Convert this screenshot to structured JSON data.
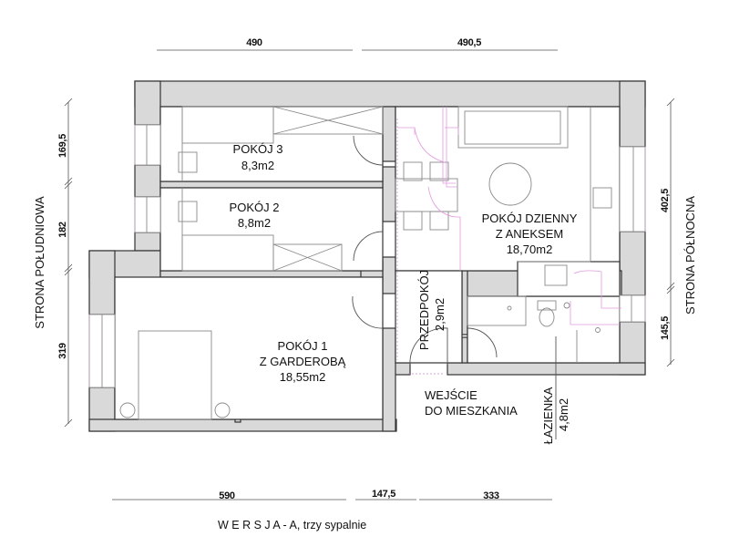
{
  "plan": {
    "version_caption": "W E R S J A - A, trzy sypalnie",
    "sides": {
      "south": "STRONA POŁUDNIOWA",
      "north": "STRONA PÓŁNOCNA"
    },
    "entrance": {
      "line1": "WEJŚCIE",
      "line2": "DO MIESZKANIA"
    },
    "rooms": [
      {
        "id": "pokoj-3",
        "name": "POKÓJ 3",
        "area": "8,3m2"
      },
      {
        "id": "pokoj-2",
        "name": "POKÓJ 2",
        "area": "8,8m2"
      },
      {
        "id": "pokoj-1",
        "name": "POKÓJ 1",
        "name2": "Z GARDEROBĄ",
        "area": "18,55m2"
      },
      {
        "id": "pokoj-dzienny",
        "name": "POKÓJ DZIENNY",
        "name2": "Z ANEKSEM",
        "area": "18,70m2"
      },
      {
        "id": "przedpokoj",
        "name": "PRZEDPOKÓJ",
        "area": "2,9m2"
      },
      {
        "id": "lazienka",
        "name": "ŁAZIENKA",
        "area": "4,8m2"
      }
    ],
    "dimensions": {
      "top": [
        "490",
        "490,5"
      ],
      "bottom": [
        "590",
        "147,5",
        "333"
      ],
      "left": [
        "169,5",
        "182",
        "319"
      ],
      "right": [
        "402,5",
        "145,5"
      ]
    },
    "colors": {
      "wall_fill": "#d9d9d9",
      "wall_stroke": "#333333",
      "installation_lines": "#e39be0"
    }
  }
}
